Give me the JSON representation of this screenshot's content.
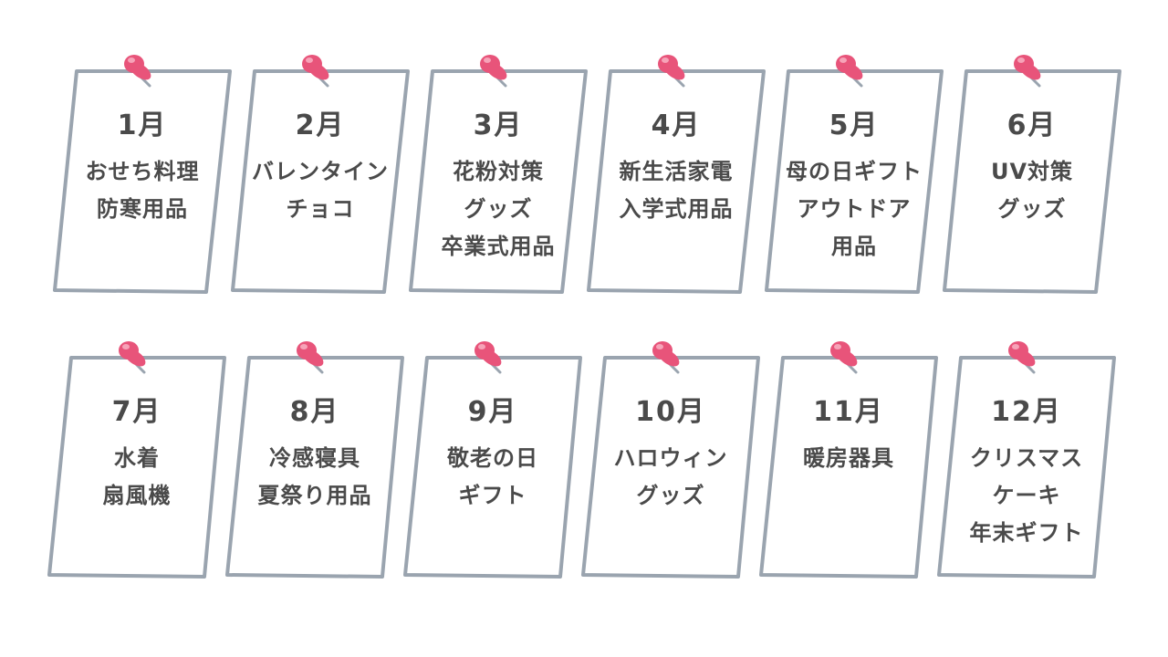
{
  "notes": [
    {
      "month": "1月",
      "items": [
        "おせち料理",
        "防寒用品"
      ]
    },
    {
      "month": "2月",
      "items": [
        "バレンタイン",
        "チョコ"
      ]
    },
    {
      "month": "3月",
      "items": [
        "花粉対策",
        "グッズ",
        "卒業式用品"
      ]
    },
    {
      "month": "4月",
      "items": [
        "新生活家電",
        "入学式用品"
      ]
    },
    {
      "month": "5月",
      "items": [
        "母の日ギフト",
        "アウトドア",
        "用品"
      ]
    },
    {
      "month": "6月",
      "items": [
        "UV対策",
        "グッズ"
      ]
    },
    {
      "month": "7月",
      "items": [
        "水着",
        "扇風機"
      ]
    },
    {
      "month": "8月",
      "items": [
        "冷感寝具",
        "夏祭り用品"
      ]
    },
    {
      "month": "9月",
      "items": [
        "敬老の日",
        "ギフト"
      ]
    },
    {
      "month": "10月",
      "items": [
        "ハロウィン",
        "グッズ"
      ]
    },
    {
      "month": "11月",
      "items": [
        "暖房器具"
      ]
    },
    {
      "month": "12月",
      "items": [
        "クリスマス",
        "ケーキ",
        "年末ギフト"
      ]
    }
  ],
  "colors": {
    "paper_border": "#9aa4af",
    "paper_fill": "#ffffff",
    "pin": "#e8547a",
    "pin_highlight": "#f6a3b8",
    "text": "#4a4a4a"
  },
  "icons": {
    "pin": "pushpin-icon",
    "paper": "paper-note"
  }
}
